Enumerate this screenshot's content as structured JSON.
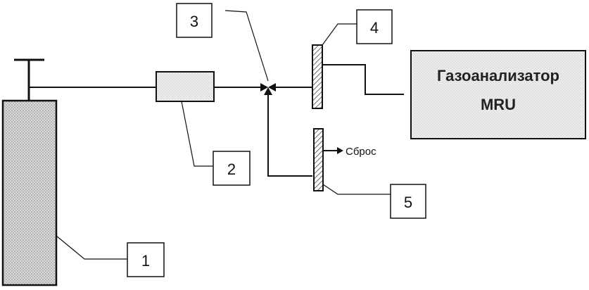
{
  "labels": {
    "cylinder": "1",
    "filter": "2",
    "tee": "3",
    "rotameter_analyzer": "4",
    "rotameter_vent": "5"
  },
  "analyzer": {
    "line1": "Газоанализатор",
    "line2": "MRU"
  },
  "vent_label": "Сброс",
  "colors": {
    "line": "#111111",
    "fill_light": "#e6e6e6",
    "fill_dense": "#cfcfcf"
  }
}
